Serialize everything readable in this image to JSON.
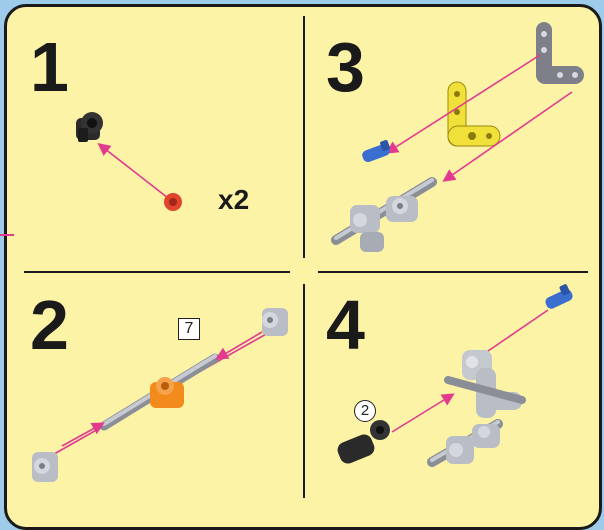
{
  "steps": [
    {
      "number": "1",
      "quantity": "x2"
    },
    {
      "number": "2",
      "axle_length": "7"
    },
    {
      "number": "3"
    },
    {
      "number": "4",
      "count": "2"
    }
  ],
  "colors": {
    "background": "#fdf3a6",
    "border": "#1a1a1a",
    "arrow": "#e23a8f",
    "part_gray": "#b9bdc6",
    "part_black": "#2a2a2a",
    "part_blue": "#3a6fd0",
    "part_yellow": "#f2e03a",
    "part_orange": "#f28a1c",
    "part_red": "#e0452f"
  },
  "icons": [
    "pin-connector-icon",
    "bushing-icon",
    "axle-icon",
    "liftarm-icon",
    "blue-pin-icon"
  ]
}
